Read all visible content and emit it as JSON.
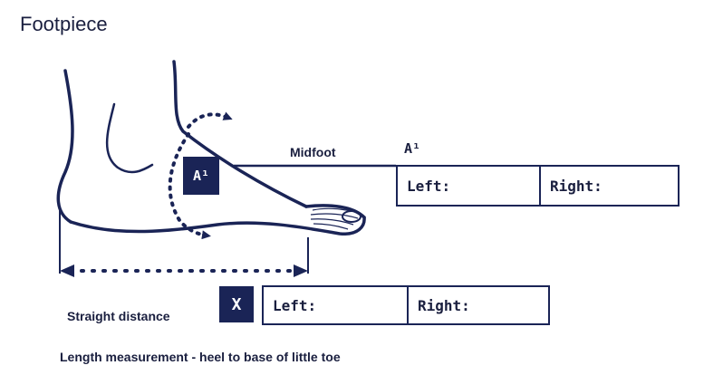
{
  "title": "Footpiece",
  "midfoot": {
    "label": "Midfoot",
    "marker": "A¹",
    "badge": "A¹",
    "left_label": "Left:",
    "right_label": "Right:"
  },
  "straight": {
    "label": "Straight distance",
    "badge": "X",
    "left_label": "Left:",
    "right_label": "Right:"
  },
  "caption": "Length measurement - heel to base of little toe",
  "colors": {
    "ink": "#1a2456",
    "text": "#1a1f3f"
  }
}
